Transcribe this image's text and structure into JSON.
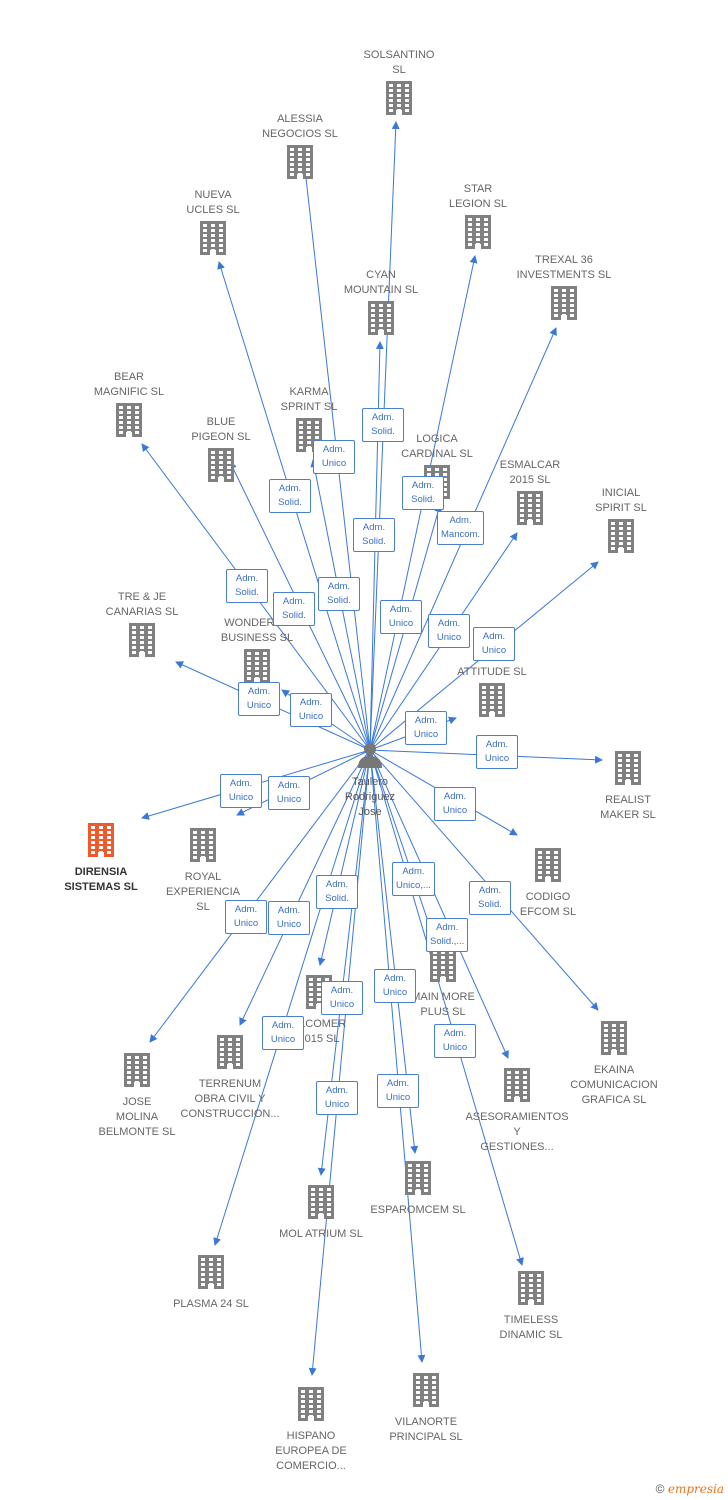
{
  "colors": {
    "edge": "#3a78d8",
    "building": "#808080",
    "highlight": "#f05a2a"
  },
  "person": {
    "name": "Taulero\nRodriguez\nJose",
    "icon": "person-icon"
  },
  "companies": [
    {
      "id": "solsantino",
      "label": "SOLSANTINO\nSL"
    },
    {
      "id": "alessia",
      "label": "ALESSIA\nNEGOCIOS  SL"
    },
    {
      "id": "star",
      "label": "STAR\nLEGION  SL"
    },
    {
      "id": "nueva",
      "label": "NUEVA\nUCLES  SL"
    },
    {
      "id": "trexal",
      "label": "TREXAL 36\nINVESTMENTS SL"
    },
    {
      "id": "cyan",
      "label": "CYAN\nMOUNTAIN  SL"
    },
    {
      "id": "bear",
      "label": "BEAR\nMAGNIFIC  SL"
    },
    {
      "id": "karma",
      "label": "KARMA\nSPRINT  SL"
    },
    {
      "id": "blue",
      "label": "BLUE\nPIGEON  SL"
    },
    {
      "id": "logica",
      "label": "LOGICA\nCARDINAL  SL"
    },
    {
      "id": "esmalcar",
      "label": "ESMALCAR\n2015  SL"
    },
    {
      "id": "inicial",
      "label": "INICIAL\nSPIRIT  SL"
    },
    {
      "id": "tre",
      "label": "TRE & JE\nCANARIAS  SL"
    },
    {
      "id": "wonder",
      "label": "WONDERL...\nBUSINESS  SL"
    },
    {
      "id": "attitude",
      "label": "ATTITUDE  SL"
    },
    {
      "id": "realist",
      "label": "REALIST\nMAKER  SL"
    },
    {
      "id": "direnisa",
      "label": "DIRENSIA\nSISTEMAS  SL"
    },
    {
      "id": "royal",
      "label": "ROYAL\nEXPERIENCIA\nSL"
    },
    {
      "id": "codigo",
      "label": "CODIGO\nEFCOM  SL"
    },
    {
      "id": "mainmore",
      "label": "MAIN MORE\nPLUS  SL"
    },
    {
      "id": "alcomer",
      "label": "ALCOMER\n2015  SL"
    },
    {
      "id": "ekaina",
      "label": "EKAINA\nCOMUNICACION\nGRAFICA  SL"
    },
    {
      "id": "jose",
      "label": "JOSE\nMOLINA\nBELMONTE  SL"
    },
    {
      "id": "terrenum",
      "label": "TERRENUM\nOBRA CIVIL Y\nCONSTRUCCION..."
    },
    {
      "id": "asesor",
      "label": "ASESORAMIENTOS\nY\nGESTIONES..."
    },
    {
      "id": "esparomcem",
      "label": "ESPAROMCEM SL"
    },
    {
      "id": "mol",
      "label": "MOL ATRIUM  SL"
    },
    {
      "id": "timeless",
      "label": "TIMELESS\nDINAMIC  SL"
    },
    {
      "id": "plasma",
      "label": "PLASMA 24 SL"
    },
    {
      "id": "hispano",
      "label": "HISPANO\nEUROPEA DE\nCOMERCIO..."
    },
    {
      "id": "vilanorte",
      "label": "VILANORTE\nPRINCIPAL  SL"
    }
  ],
  "roles": [
    {
      "id": "r1",
      "text": "Adm.\nSolid."
    },
    {
      "id": "r2",
      "text": "Adm.\nUnico"
    },
    {
      "id": "r3",
      "text": "Adm.\nSolid."
    },
    {
      "id": "r4",
      "text": "Adm.\nSolid."
    },
    {
      "id": "r5",
      "text": "Adm.\nSolid."
    },
    {
      "id": "r6",
      "text": "Adm.\nMancom."
    },
    {
      "id": "r7",
      "text": "Adm.\nSolid."
    },
    {
      "id": "r8",
      "text": "Adm.\nSolid."
    },
    {
      "id": "r9",
      "text": "Adm.\nSolid."
    },
    {
      "id": "r10",
      "text": "Adm.\nUnico"
    },
    {
      "id": "r11",
      "text": "Adm.\nUnico"
    },
    {
      "id": "r12",
      "text": "Adm.\nUnico"
    },
    {
      "id": "r13",
      "text": "Adm.\nUnico"
    },
    {
      "id": "r14",
      "text": "Adm.\nUnico"
    },
    {
      "id": "r15",
      "text": "Adm.\nUnico"
    },
    {
      "id": "r16",
      "text": "Adm.\nUnico"
    },
    {
      "id": "r17",
      "text": "Adm.\nUnico"
    },
    {
      "id": "r18",
      "text": "Adm.\nUnico"
    },
    {
      "id": "r19",
      "text": "Adm.\nUnico"
    },
    {
      "id": "r20",
      "text": "Adm.\nUnico,..."
    },
    {
      "id": "r21",
      "text": "Adm.\nSolid."
    },
    {
      "id": "r22",
      "text": "Adm.\nSolid."
    },
    {
      "id": "r23",
      "text": "Adm.\nUnico"
    },
    {
      "id": "r24",
      "text": "Adm.\nUnico"
    },
    {
      "id": "r25",
      "text": "Adm.\nSolid.,..."
    },
    {
      "id": "r26",
      "text": "Adm.\nUnico"
    },
    {
      "id": "r27",
      "text": "Adm.\nUnico"
    },
    {
      "id": "r28",
      "text": "Adm.\nUnico"
    },
    {
      "id": "r29",
      "text": "Adm.\nUnico"
    },
    {
      "id": "r30",
      "text": "Adm.\nUnico"
    },
    {
      "id": "r31",
      "text": "Adm.\nUnico"
    }
  ],
  "brand": {
    "copyright": "©",
    "name": "mpresia",
    "initial": "e"
  }
}
